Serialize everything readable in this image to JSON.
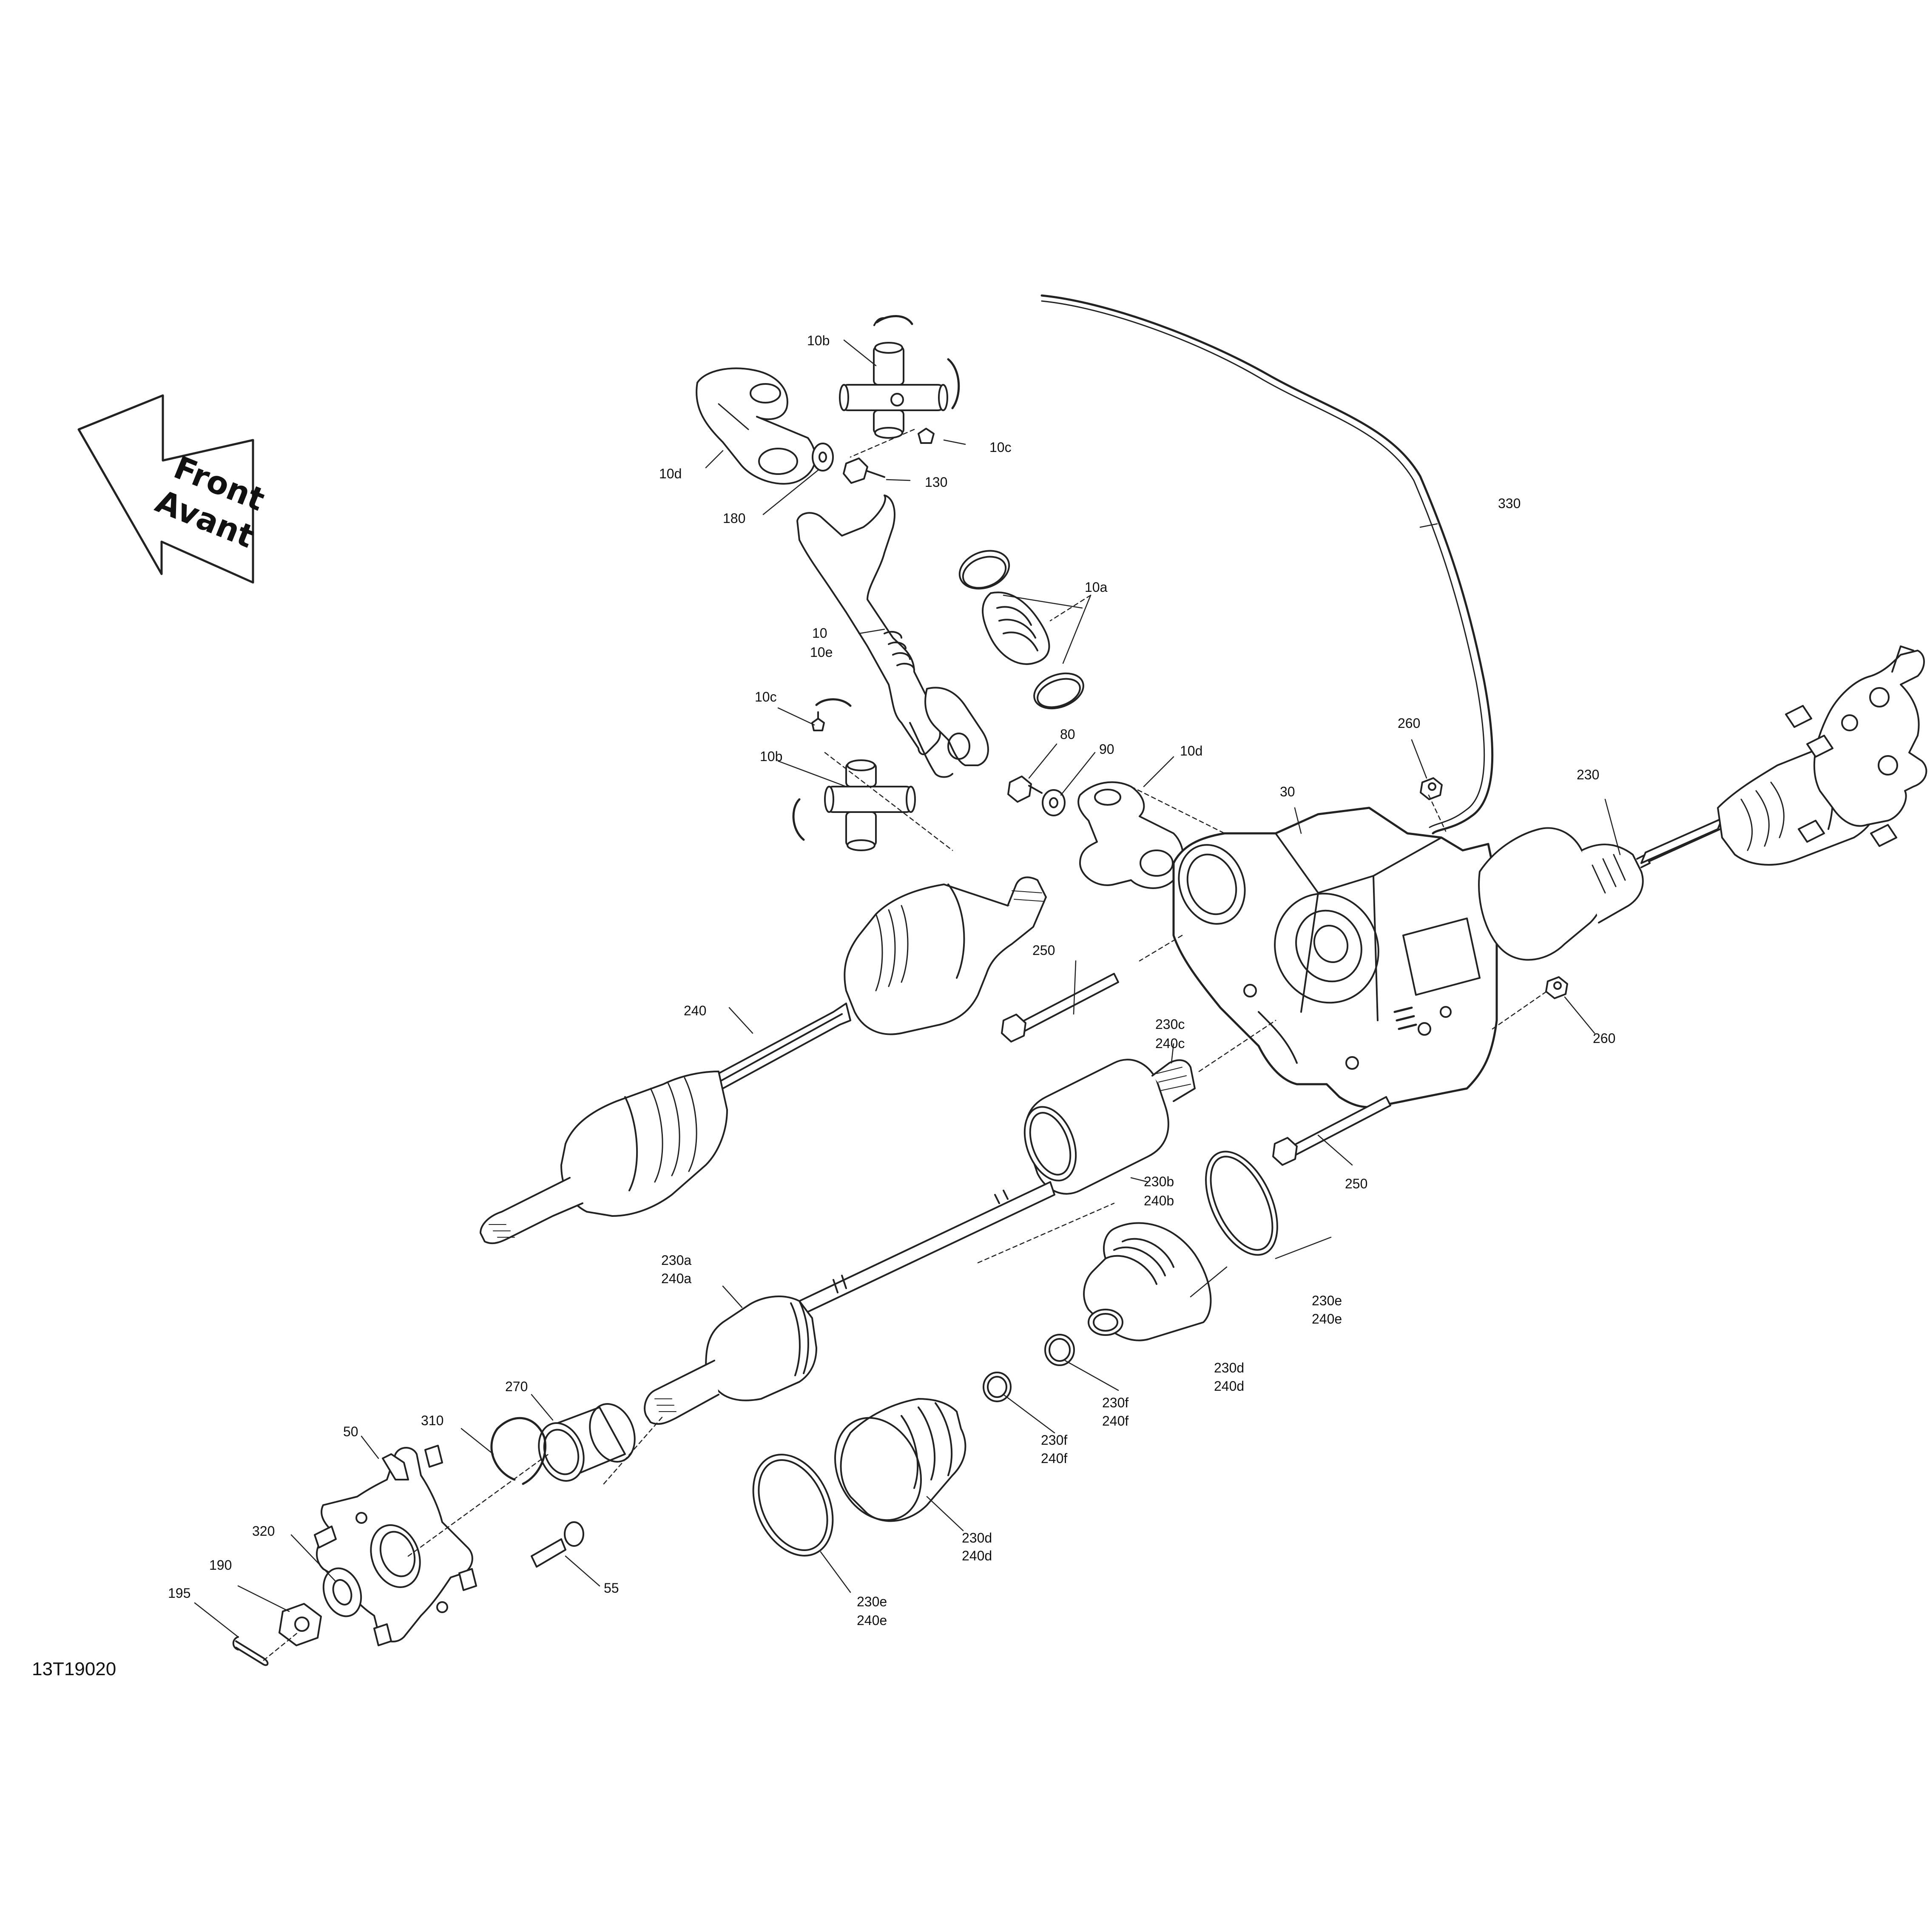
{
  "front_arrow": {
    "line1": "Front",
    "line2": "Avant"
  },
  "diagram_code": "13T19020",
  "callouts": {
    "c10b_top": "10b",
    "c10c_top": "10c",
    "c10d_top": "10d",
    "c130": "130",
    "c180": "180",
    "c10a": "10a",
    "c10": "10",
    "c10e": "10e",
    "c10c_bot": "10c",
    "c10b_bot": "10b",
    "c80": "80",
    "c90": "90",
    "c10d_bot": "10d",
    "c330": "330",
    "c260_top": "260",
    "c30": "30",
    "c230_top": "230",
    "c250_top": "250",
    "c240": "240",
    "c230c": "230c",
    "c240c": "240c",
    "c260_right": "260",
    "c230b": "230b",
    "c240b": "240b",
    "c250_right": "250",
    "c230a": "230a",
    "c240a": "240a",
    "c230e_right": "230e",
    "c240e_right": "240e",
    "c230d_right": "230d",
    "c240d_right": "240d",
    "c230f_a": "230f",
    "c240f_a": "240f",
    "c230f_b": "230f",
    "c240f_b": "240f",
    "c270": "270",
    "c310": "310",
    "c50": "50",
    "c230d_low": "230d",
    "c240d_low": "240d",
    "c320": "320",
    "c190": "190",
    "c195": "195",
    "c55": "55",
    "c230e_low": "230e",
    "c240e_low": "240e"
  }
}
